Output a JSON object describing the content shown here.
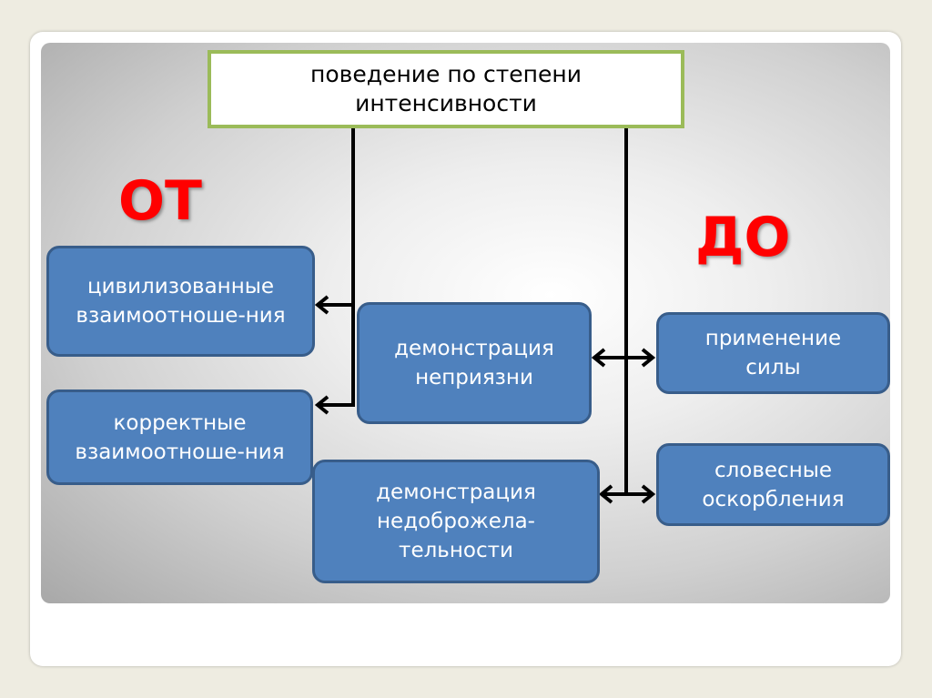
{
  "title": "поведение по степени\nинтенсивности",
  "from_label": "ОТ",
  "to_label": "ДО",
  "boxes": {
    "civilized": "цивилизованные взаимоотноше-ния",
    "correct": "корректные взаимоотноше-ния",
    "dislike": "демонстрация неприязни",
    "unfriendliness": "демонстрация недоброжела-тельности",
    "force": "применение силы",
    "insults": "словесные оскорбления"
  },
  "colors": {
    "box": "#4f81bd",
    "box_border": "#385d8a",
    "title_border": "#9bbb59",
    "accent": "#ff0000"
  }
}
